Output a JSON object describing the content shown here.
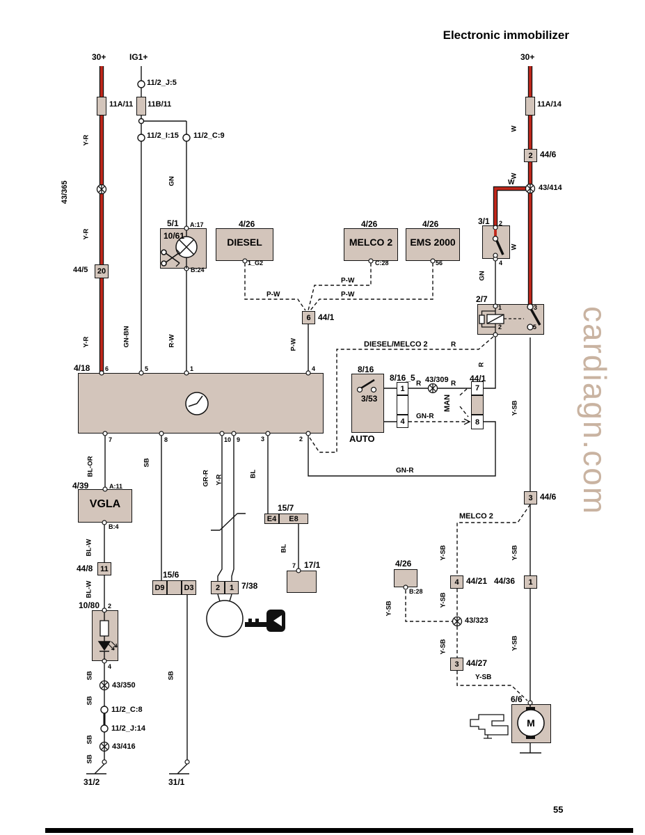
{
  "page": {
    "title": "Electronic immobilizer",
    "number": "55",
    "watermark": "cardiagn.com"
  },
  "supplies": {
    "left": "30+",
    "ign": "IG1+",
    "right": "30+"
  },
  "fuses": {
    "a11": "11A/11",
    "b11": "11B/11",
    "a14": "11A/14"
  },
  "inline_connectors": {
    "j5": "11/2_J:5",
    "i15": "11/2_I:15",
    "c9": "11/2_C:9",
    "c8": "11/2_C:8",
    "j14": "11/2_J:14"
  },
  "wire_colors": {
    "yr": "Y-R",
    "w": "W",
    "gn": "GN",
    "gnbn": "GN-BN",
    "rw": "R-W",
    "pw": "P-W",
    "r": "R",
    "gnr": "GN-R",
    "blor": "BL-OR",
    "sb": "SB",
    "grr": "GR-R",
    "bl": "BL",
    "blw": "BL-W",
    "ysb": "Y-SB"
  },
  "splices": {
    "s365": "43/365",
    "s414": "43/414",
    "s309": "43/309",
    "s323": "43/323",
    "s350": "43/350",
    "s416": "43/416"
  },
  "grounds": {
    "g2": "31/2",
    "g1": "31/1"
  },
  "units": {
    "lamp": {
      "ref": "5/1",
      "sub": "10/61",
      "pin_top": "A:17",
      "pin_bot": "B:24"
    },
    "diesel": {
      "ref": "4/26",
      "name": "DIESEL",
      "pin": "1_G2"
    },
    "melco": {
      "ref": "4/26",
      "name": "MELCO 2",
      "pin": "C:28"
    },
    "ems": {
      "ref": "4/26",
      "name": "EMS 2000",
      "pin": "56"
    },
    "ignition_switch": {
      "ref": "3/1",
      "pin_top": "2",
      "pin_bot": "4"
    },
    "relay": {
      "ref": "2/7",
      "p1": "1",
      "p2": "2",
      "p3": "3",
      "p5": "5"
    },
    "immo": {
      "ref": "4/18",
      "top": [
        "6",
        "5",
        "1",
        "4"
      ],
      "bottom": [
        "7",
        "8",
        "10",
        "9",
        "3",
        "2"
      ]
    },
    "vgla": {
      "ref": "4/39",
      "name": "VGLA",
      "pin_top": "A:11",
      "pin_bot": "B:4"
    },
    "led": {
      "ref": "10/80",
      "pin_top": "2",
      "pin_bot": "4"
    },
    "gear_switch": {
      "ref": "8/16",
      "sub": "3/53",
      "auto": "AUTO",
      "man": "MAN"
    },
    "buzzer": {
      "ref": "17/1",
      "pin": "7"
    },
    "ecu_small": {
      "ref": "4/26",
      "pin": "B:28"
    },
    "pump": {
      "ref": "6/6",
      "motor": "M"
    }
  },
  "connectors": {
    "c445": {
      "ref": "44/5",
      "pin": "20"
    },
    "c446a": {
      "ref": "44/6",
      "pin": "2"
    },
    "c446b": {
      "ref": "44/6",
      "pin": "3"
    },
    "c441a": {
      "ref": "44/1",
      "pin": "6"
    },
    "c441b": {
      "ref": "44/1",
      "p7": "7",
      "p8": "8"
    },
    "c448": {
      "ref": "44/8",
      "pin": "11"
    },
    "c4421": {
      "ref": "44/21",
      "pin": "4"
    },
    "c4436": {
      "ref": "44/36",
      "pin": "1"
    },
    "c4427": {
      "ref": "44/27",
      "pin": "3"
    },
    "c156": {
      "ref": "15/6",
      "a": "D9",
      "b": "D3"
    },
    "c157": {
      "ref": "15/7",
      "a": "E4",
      "b": "E8"
    },
    "c738": {
      "ref": "7/38",
      "a": "2",
      "b": "1"
    },
    "c8165": {
      "ref": "8/16_5",
      "a": "1",
      "b": "4"
    }
  },
  "notes": {
    "diesel_melco": "DIESEL/MELCO 2",
    "melco2": "MELCO 2"
  }
}
